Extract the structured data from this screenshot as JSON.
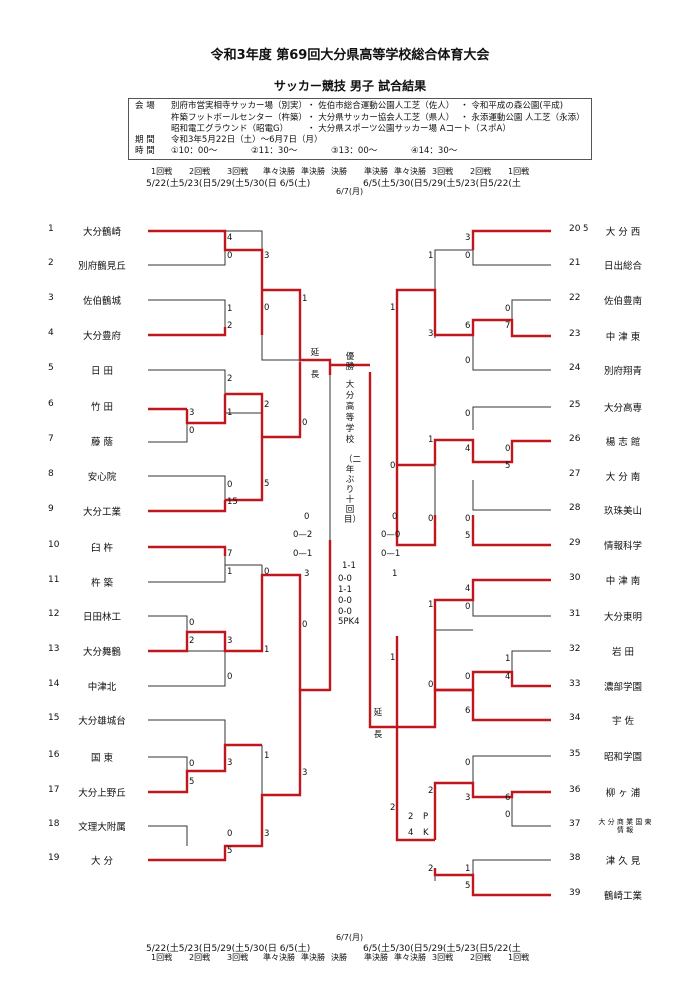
{
  "header": {
    "title": "令和3年度 第69回大分県高等学校総合体育大会",
    "subtitle": "サッカー競技 男子 試合結果"
  },
  "info": {
    "venue_label": "会 場",
    "venues": [
      "別府市営実相寺サッカー場（別実）",
      "佐伯市総合運動公園人工芝（佐人）",
      "令和平成の森公園(平成)",
      "杵築フットボールセンター（杵築）",
      "大分県サッカー協会人工芝（県人）",
      "永添運動公園 人工芝（永添）",
      "昭和電工グラウンド（昭電G）",
      "大分県スポーツ公園サッカー場 Aコート（スポA）"
    ],
    "period_label": "期 間",
    "period": "令和3年5月22日（土）～6月7日（月）",
    "time_label": "時 間",
    "times": [
      "①10：00～",
      "②11：30～",
      "③13：00～",
      "④14：30～"
    ]
  },
  "rounds_left": [
    "1回戦",
    "2回戦",
    "3回戦",
    "準々決勝",
    "準決勝",
    "決勝"
  ],
  "rounds_right": [
    "決勝",
    "準決勝",
    "準々決勝",
    "3回戦",
    "2回戦",
    "1回戦"
  ],
  "dates_left": "5/22(土5/23(日5/29(土5/30(日 6/5(土)",
  "dates_right": "6/5(土5/30(日5/29(土5/23(日5/22(土",
  "final_date": "6/7(月)",
  "left_teams": [
    {
      "no": "1",
      "name": "大分鶴崎"
    },
    {
      "no": "2",
      "name": "別府鶴見丘"
    },
    {
      "no": "3",
      "name": "佐伯鶴城"
    },
    {
      "no": "4",
      "name": "大分豊府"
    },
    {
      "no": "5",
      "name": "日 田"
    },
    {
      "no": "6",
      "name": "竹 田"
    },
    {
      "no": "7",
      "name": "藤 蔭"
    },
    {
      "no": "8",
      "name": "安心院"
    },
    {
      "no": "9",
      "name": "大分工業"
    },
    {
      "no": "10",
      "name": "臼 杵"
    },
    {
      "no": "11",
      "name": "杵 築"
    },
    {
      "no": "12",
      "name": "日田林工"
    },
    {
      "no": "13",
      "name": "大分舞鶴"
    },
    {
      "no": "14",
      "name": "中津北"
    },
    {
      "no": "15",
      "name": "大分雄城台"
    },
    {
      "no": "16",
      "name": "国 東"
    },
    {
      "no": "17",
      "name": "大分上野丘"
    },
    {
      "no": "18",
      "name": "文理大附属"
    },
    {
      "no": "19",
      "name": "大 分"
    }
  ],
  "right_teams": [
    {
      "no": "20",
      "name": "大 分 西"
    },
    {
      "no": "21",
      "name": "日出総合"
    },
    {
      "no": "22",
      "name": "佐伯豊南"
    },
    {
      "no": "23",
      "name": "中 津 東"
    },
    {
      "no": "24",
      "name": "別府翔青"
    },
    {
      "no": "25",
      "name": "大分高専"
    },
    {
      "no": "26",
      "name": "楊 志 館"
    },
    {
      "no": "27",
      "name": "大 分 南"
    },
    {
      "no": "28",
      "name": "玖珠美山"
    },
    {
      "no": "29",
      "name": "情報科学"
    },
    {
      "no": "30",
      "name": "中 津 南"
    },
    {
      "no": "31",
      "name": "大分東明"
    },
    {
      "no": "32",
      "name": "岩 田"
    },
    {
      "no": "33",
      "name": "濃部学園"
    },
    {
      "no": "34",
      "name": "宇 佐"
    },
    {
      "no": "35",
      "name": "昭和学園"
    },
    {
      "no": "36",
      "name": "柳 ヶ 浦"
    },
    {
      "no": "37",
      "name": "大 分 商 業 国 東 情 報"
    },
    {
      "no": "38",
      "name": "津 久 見"
    },
    {
      "no": "39",
      "name": "鶴崎工業"
    }
  ],
  "ann": {
    "five": "5",
    "ext": "延",
    "ext2": "長",
    "winner_label": "優勝",
    "winner": "大分高等学校",
    "winner_note": "（二年ぶり十回目）",
    "final_total": "1-1",
    "final_halves": [
      "0-0",
      "1-1",
      "0-0",
      "0-0"
    ],
    "pk": "5PK4",
    "pk_p": "P",
    "pk_k": "K",
    "sf_left": {
      "top": "0",
      "a": "0—2",
      "b": "0—1",
      "total": "3"
    },
    "sf_right": {
      "top": "0",
      "a": "0—0",
      "b": "0—1",
      "total": "1"
    }
  }
}
